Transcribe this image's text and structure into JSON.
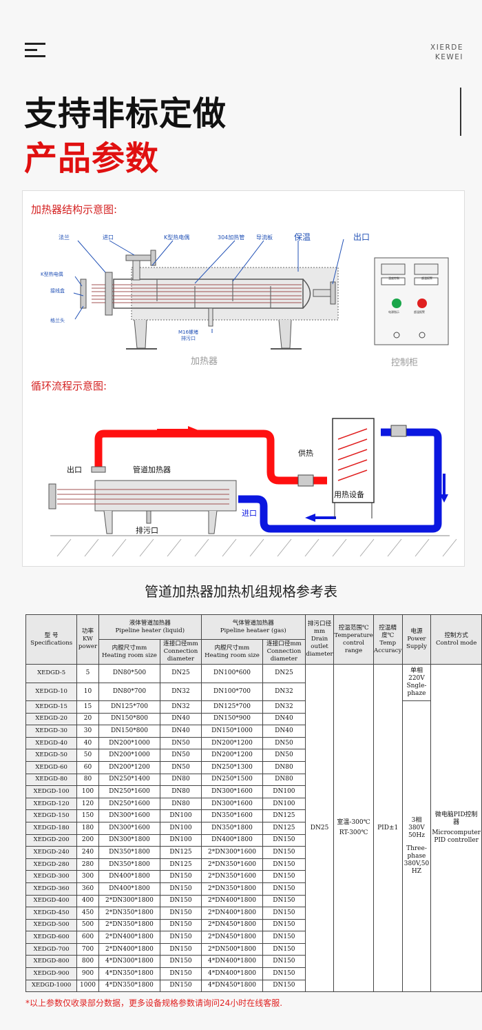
{
  "header": {
    "brand_line1": "XIERDE",
    "brand_line2": "KEWEI",
    "title1": "支持非标定做",
    "title2": "产品参数"
  },
  "structure": {
    "title": "加热器结构示意图:",
    "labels": {
      "flange": "法兰",
      "inlet": "进口",
      "thermocouple_k": "K型热电偶",
      "heating_tube": "304加热管",
      "baffle": "导流板",
      "insulation": "保温",
      "outlet": "出口",
      "k_couple_left": "K型热电偶",
      "junction_box": "接线盒",
      "flange_head": "格兰头",
      "drain_bolt_1": "M16螺堵",
      "drain_bolt_2": "排污口",
      "heater_caption": "加热器",
      "cabinet_caption": "控制柜",
      "power_indicator": "电源指示",
      "over_temp_alarm": "超温报警",
      "display_1": "温度控制",
      "display_2": "超温报警"
    }
  },
  "flow": {
    "title": "循环流程示意图:",
    "labels": {
      "outlet": "出口",
      "heater": "管道加热器",
      "supply": "供热",
      "equipment": "用热设备",
      "inlet": "进口",
      "drain": "排污口"
    }
  },
  "table": {
    "title": "管道加热器加热机组规格参考表",
    "headers": {
      "model": "型 号",
      "model_en": "Specifications",
      "power": "功率",
      "power_unit": "KW",
      "power_en": "power",
      "liquid": "液体管道加热器",
      "liquid_en": "Pipeline heater (liquid)",
      "gas": "气体管道加热器",
      "gas_en": "Pipeline heataer (gas)",
      "size": "内膛尺寸mm",
      "size_en": "Heating room size",
      "conn": "连接口径mm",
      "conn_en": "Connection diameter",
      "drain": "排污口径mm",
      "drain_en": "Drain outlet diameter",
      "temp_range": "控温范围℃",
      "temp_range_en": "Temperature control range",
      "accuracy": "控温精度℃",
      "accuracy_en": "Temp Accuracy",
      "supply": "电源",
      "supply_en": "Power Supply",
      "control": "控制方式",
      "control_en": "Control mode"
    },
    "rows": [
      [
        "XEDGD-5",
        "5",
        "DN80*500",
        "DN25",
        "DN100*600",
        "DN25"
      ],
      [
        "XEDGD-10",
        "10",
        "DN80*700",
        "DN32",
        "DN100*700",
        "DN32"
      ],
      [
        "XEDGD-15",
        "15",
        "DN125*700",
        "DN32",
        "DN125*700",
        "DN32"
      ],
      [
        "XEDGD-20",
        "20",
        "DN150*800",
        "DN40",
        "DN150*900",
        "DN40"
      ],
      [
        "XEDGD-30",
        "30",
        "DN150*800",
        "DN40",
        "DN150*1000",
        "DN40"
      ],
      [
        "XEDGD-40",
        "40",
        "DN200*1000",
        "DN50",
        "DN200*1200",
        "DN50"
      ],
      [
        "XEDGD-50",
        "50",
        "DN200*1000",
        "DN50",
        "DN200*1200",
        "DN50"
      ],
      [
        "XEDGD-60",
        "60",
        "DN200*1200",
        "DN50",
        "DN250*1300",
        "DN80"
      ],
      [
        "XEDGD-80",
        "80",
        "DN250*1400",
        "DN80",
        "DN250*1500",
        "DN80"
      ],
      [
        "XEDGD-100",
        "100",
        "DN250*1600",
        "DN80",
        "DN300*1600",
        "DN100"
      ],
      [
        "XEDGD-120",
        "120",
        "DN250*1600",
        "DN80",
        "DN300*1600",
        "DN100"
      ],
      [
        "XEDGD-150",
        "150",
        "DN300*1600",
        "DN100",
        "DN350*1600",
        "DN125"
      ],
      [
        "XEDGD-180",
        "180",
        "DN300*1600",
        "DN100",
        "DN350*1800",
        "DN125"
      ],
      [
        "XEDGD-200",
        "200",
        "DN300*1800",
        "DN100",
        "DN400*1800",
        "DN150"
      ],
      [
        "XEDGD-240",
        "240",
        "DN350*1800",
        "DN125",
        "2*DN300*1600",
        "DN150"
      ],
      [
        "XEDGD-280",
        "280",
        "DN350*1800",
        "DN125",
        "2*DN350*1600",
        "DN150"
      ],
      [
        "XEDGD-300",
        "300",
        "DN400*1800",
        "DN150",
        "2*DN350*1600",
        "DN150"
      ],
      [
        "XEDGD-360",
        "360",
        "DN400*1800",
        "DN150",
        "2*DN350*1800",
        "DN150"
      ],
      [
        "XEDGD-400",
        "400",
        "2*DN300*1800",
        "DN150",
        "2*DN400*1800",
        "DN150"
      ],
      [
        "XEDGD-450",
        "450",
        "2*DN350*1800",
        "DN150",
        "2*DN400*1800",
        "DN150"
      ],
      [
        "XEDGD-500",
        "500",
        "2*DN350*1800",
        "DN150",
        "2*DN450*1800",
        "DN150"
      ],
      [
        "XEDGD-600",
        "600",
        "2*DN400*1800",
        "DN150",
        "2*DN450*1800",
        "DN150"
      ],
      [
        "XEDGD-700",
        "700",
        "2*DN400*1800",
        "DN150",
        "2*DN500*1800",
        "DN150"
      ],
      [
        "XEDGD-800",
        "800",
        "4*DN300*1800",
        "DN150",
        "4*DN400*1800",
        "DN150"
      ],
      [
        "XEDGD-900",
        "900",
        "4*DN350*1800",
        "DN150",
        "4*DN400*1800",
        "DN150"
      ],
      [
        "XEDGD-1000",
        "1000",
        "4*DN350*1800",
        "DN150",
        "4*DN450*1800",
        "DN150"
      ]
    ],
    "merged": {
      "drain": "DN25",
      "temp_range": "室温-300℃",
      "temp_range_en": "RT-300℃",
      "accuracy": "PID±1",
      "supply_single": "单相220V Sngle-phaze",
      "supply_three": "3相 380V 50Hz",
      "supply_three_en": "Three-phase 380V,50 HZ",
      "control": "微电脑PID控制器",
      "control_en": "Microcomputer PID controller"
    },
    "note": "*以上参数仅收录部分数据，更多设备规格参数请询问24小时在线客服."
  }
}
